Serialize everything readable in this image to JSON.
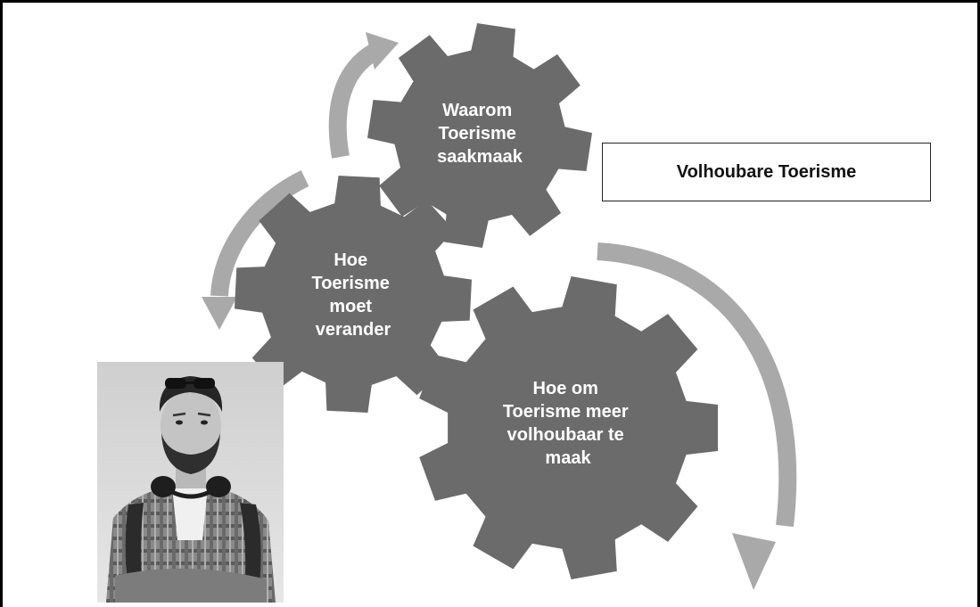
{
  "title_box": {
    "text": "Volhoubare Toerisme"
  },
  "gears": [
    {
      "id": "waarom",
      "lines": [
        "Waarom",
        "Toerisme",
        "saakmaak"
      ]
    },
    {
      "id": "hoe-verander",
      "lines": [
        "Hoe",
        "Toerisme",
        "moet",
        "verander"
      ]
    },
    {
      "id": "hoe-volhoubaar",
      "lines": [
        "Hoe om",
        "Toerisme meer",
        "volhoubaar te",
        "maak"
      ]
    }
  ],
  "colors": {
    "gear": "#6b6b6b",
    "arrow": "#a9a9a9",
    "gear_text": "#ffffff",
    "frame": "#000000"
  },
  "icons": {
    "photo": "person-photo",
    "arrows": [
      "curved-arrow-up",
      "curved-arrow-down-left",
      "curved-arrow-down-right"
    ]
  }
}
